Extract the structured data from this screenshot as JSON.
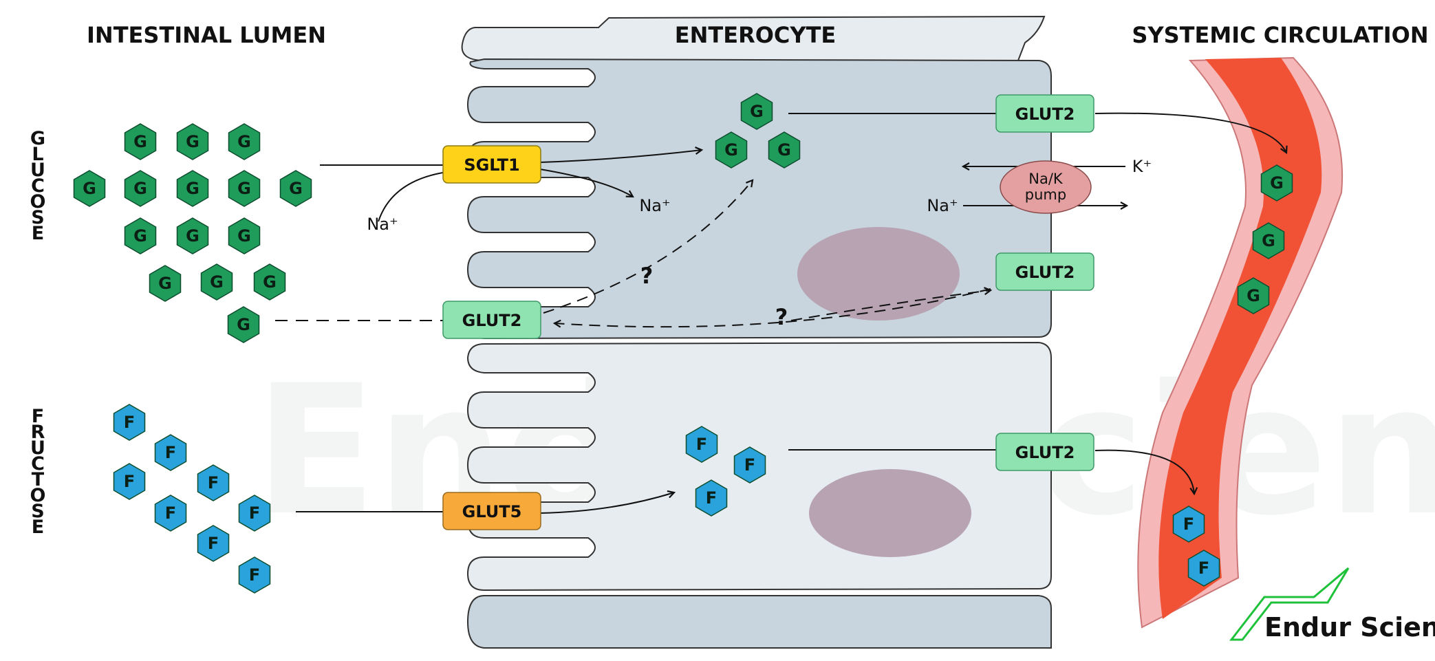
{
  "headings": {
    "lumen": "INTESTINAL LUMEN",
    "enterocyte": "ENTEROCYTE",
    "circulation": "SYSTEMIC CIRCULATION"
  },
  "side_labels": {
    "glucose": "GLUCOSE",
    "fructose": "FRUCTOSE"
  },
  "molecules": {
    "glucose_letter": "G",
    "fructose_letter": "F"
  },
  "transporters": {
    "sglt1": "SGLT1",
    "glut5": "GLUT5",
    "glut2_apical": "GLUT2",
    "glut2_basal_top": "GLUT2",
    "glut2_basal_mid": "GLUT2",
    "glut2_basal_fructose": "GLUT2"
  },
  "pump": {
    "line1": "Na/K",
    "line2": "pump"
  },
  "ions": {
    "na_lumen": "Na⁺",
    "na_cell": "Na⁺",
    "na_pump_in": "Na⁺",
    "k_pump": "K⁺"
  },
  "unknowns": {
    "upper": "?",
    "lower": "?"
  },
  "watermark": "Endur Science",
  "logo_text": "Endur Science",
  "colors": {
    "glucose": "#1f9b5a",
    "fructose": "#2aa3dc",
    "sglt1": "#ffd21a",
    "glut5": "#f7a93a",
    "glut2": "#8fe3b0",
    "pump": "#e4a0a0",
    "nucleus": "#b8a3b3",
    "cell": "#c8d5de",
    "blood": "#f15236",
    "vessel_wall": "#f5b7b8",
    "logo": "#1ec23a"
  }
}
